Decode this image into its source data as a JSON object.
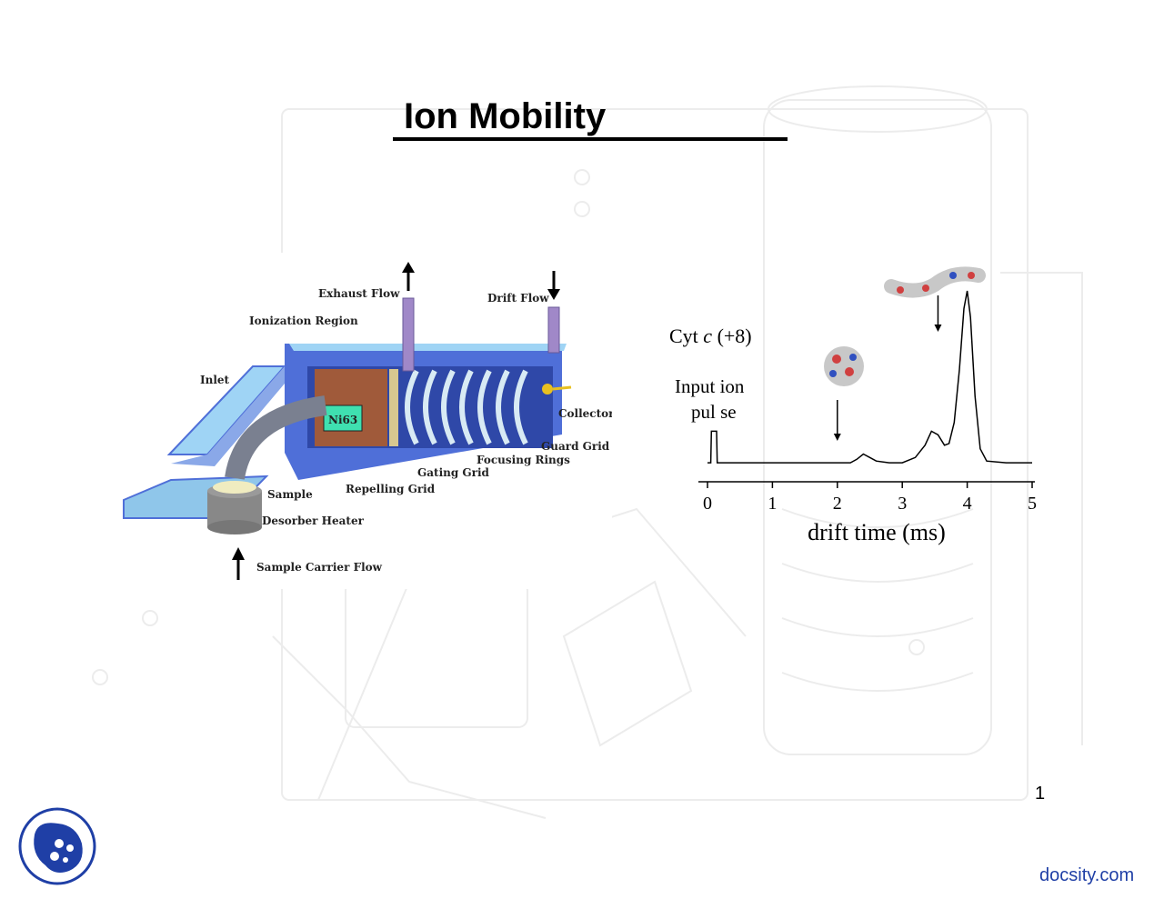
{
  "slide": {
    "title": "Ion Mobility",
    "page_number": "1",
    "brand": "docsity.com"
  },
  "diagram": {
    "labels": {
      "exhaust_flow": "Exhaust Flow",
      "drift_flow": "Drift Flow",
      "ionization_region": "Ionization Region",
      "inlet": "Inlet",
      "ni63": "Ni63",
      "collector": "Collector",
      "guard_grid": "Guard Grid",
      "focusing_rings": "Focusing Rings",
      "gating_grid": "Gating Grid",
      "repelling_grid": "Repelling Grid",
      "sample": "Sample",
      "desorber_heater": "Desorber Heater",
      "sample_carrier_flow": "Sample Carrier Flow"
    },
    "colors": {
      "body": "#4f6fd8",
      "frame": "#9fd4f5",
      "ni63": "#3fe0b0",
      "tube": "#a088c8"
    }
  },
  "plot": {
    "annotation_species": "Cyt",
    "annotation_italic": "c",
    "annotation_charge": "(+8)",
    "input_label_line1": "Input ion",
    "input_label_line2": "pul se"
  },
  "chart_data": {
    "type": "line",
    "xlabel": "drift time (ms)",
    "ylabel": "",
    "xlim": [
      0,
      5
    ],
    "xticks": [
      0,
      1,
      2,
      3,
      4,
      5
    ],
    "tick_labels": [
      "0",
      "1",
      "2",
      "3",
      "4",
      "5"
    ],
    "series": [
      {
        "x": [
          0,
          0.05,
          0.06,
          0.14,
          0.15,
          0.2,
          1.0,
          1.5,
          2.0,
          2.2,
          2.3,
          2.4,
          2.5,
          2.6,
          2.8,
          3.0,
          3.2,
          3.35,
          3.45,
          3.55,
          3.65,
          3.72,
          3.8,
          3.88,
          3.95,
          4.0,
          4.05,
          4.12,
          4.2,
          4.3,
          4.6,
          5.0
        ],
        "y": [
          0.02,
          0.02,
          0.2,
          0.2,
          0.02,
          0.02,
          0.02,
          0.02,
          0.02,
          0.02,
          0.04,
          0.07,
          0.05,
          0.03,
          0.02,
          0.02,
          0.05,
          0.12,
          0.2,
          0.18,
          0.12,
          0.13,
          0.25,
          0.55,
          0.9,
          1.0,
          0.85,
          0.4,
          0.1,
          0.03,
          0.02,
          0.02
        ]
      }
    ],
    "annotations": [
      {
        "x": 2.0,
        "label": "compact conformer (arrow)"
      },
      {
        "x": 3.55,
        "label": "extended conformer (arrow)"
      }
    ]
  }
}
